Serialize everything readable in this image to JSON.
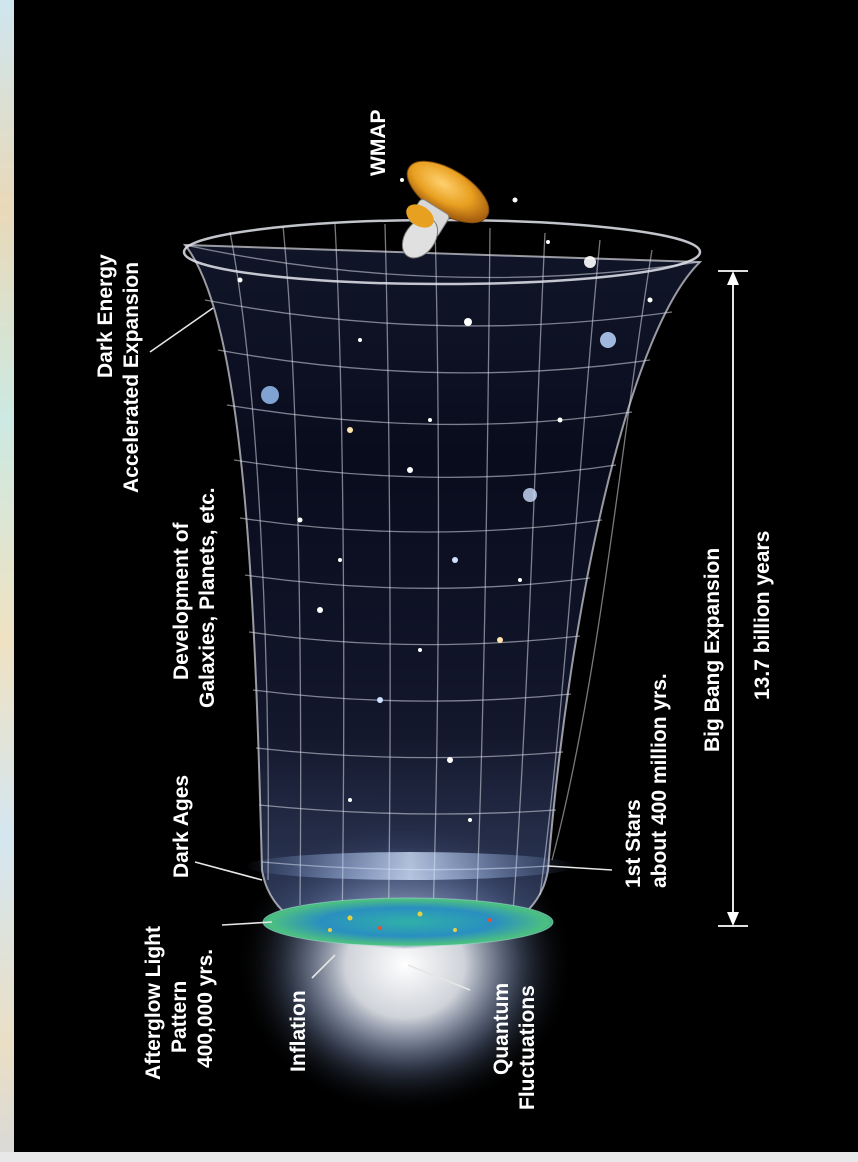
{
  "labels": {
    "wmap": "WMAP",
    "dark_energy_1": "Dark Energy",
    "dark_energy_2": "Accelerated Expansion",
    "development_1": "Development of",
    "development_2": "Galaxies, Planets, etc.",
    "dark_ages": "Dark Ages",
    "afterglow_1": "Afterglow Light",
    "afterglow_2": "Pattern",
    "afterglow_3": "400,000 yrs.",
    "inflation": "Inflation",
    "quantum_1": "Quantum",
    "quantum_2": "Fluctuations",
    "first_stars_1": "1st Stars",
    "first_stars_2": "about 400 million yrs.",
    "big_bang_1": "Big Bang Expansion",
    "big_bang_2": "13.7 billion years"
  },
  "colors": {
    "background": "#000000",
    "label_text": "#ffffff",
    "satellite_dish": "#e8a020",
    "cmb_pattern": "#2aa8b8",
    "big_bang_glow": "#ffffff"
  }
}
